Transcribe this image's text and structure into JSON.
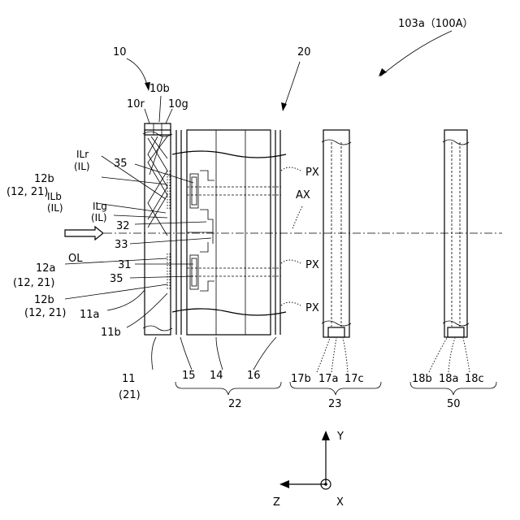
{
  "title_label": "103a（100A）",
  "labels": {
    "l10": "10",
    "l10b": "10b",
    "l10r": "10r",
    "l10g": "10g",
    "l20": "20",
    "ILr": "ILr",
    "ILr_paren": "(IL)",
    "l35a": "35",
    "l12b_top": "12b",
    "l12b_top_paren": "(12, 21)",
    "ILb": "ILb",
    "ILb_paren": "(IL)",
    "ILg": "ILg",
    "ILg_paren": "(IL)",
    "l32": "32",
    "l33": "33",
    "OL": "OL",
    "l12a": "12a",
    "l12a_paren": "(12, 21)",
    "l31": "31",
    "l35b": "35",
    "l12b_bot": "12b",
    "l12b_bot_paren": "(12, 21)",
    "l11a": "11a",
    "l11b": "11b",
    "l11": "11",
    "l11_paren": "(21)",
    "PX1": "PX",
    "PX2": "PX",
    "PX3": "PX",
    "AX": "AX",
    "l15": "15",
    "l14": "14",
    "l16": "16",
    "l22": "22",
    "l17b": "17b",
    "l17a": "17a",
    "l17c": "17c",
    "l23": "23",
    "l18b": "18b",
    "l18a": "18a",
    "l18c": "18c",
    "l50": "50",
    "axY": "Y",
    "axZ": "Z",
    "axX": "X"
  }
}
